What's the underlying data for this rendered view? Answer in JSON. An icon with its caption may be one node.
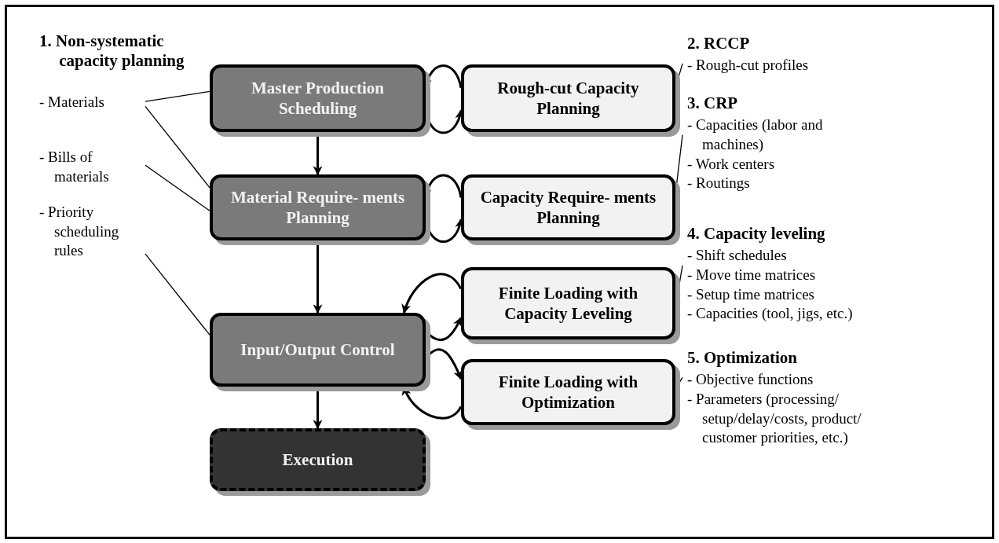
{
  "diagram": {
    "nodes": [
      {
        "text": [
          "- Materials"
        ]
      },
      {
        "text": [
          "Master Production Scheduling"
        ]
      },
      {
        "text": [
          "Rough-cut Capacity Planning"
        ]
      },
      {
        "text": [
          "2. RCCP",
          "- Rough-cut profiles"
        ]
      },
      {
        "text": [
          "3. CRP",
          "- Capacities (labor and machines)",
          "- Work centers",
          "- Routings"
        ]
      },
      {
        "text": [
          "- Bills of materials"
        ]
      },
      {
        "text": [
          "Material Require- ments Planning"
        ]
      },
      {
        "text": [
          "Capacity Require- ments Planning"
        ]
      },
      {
        "text": [
          "- Priority scheduling rules"
        ]
      },
      {
        "text": [
          "Finite Loading with Capacity Leveling"
        ]
      },
      {
        "text": [
          "4. Capacity leveling",
          "- Shift schedules",
          "- Move time matrices",
          "- Setup time matrices",
          "- Capacities (tool, jigs, etc.)"
        ]
      },
      {
        "text": [
          "Input/Output Control"
        ]
      },
      {
        "text": [
          "Finite Loading with Optimization"
        ]
      },
      {
        "text": [
          "5. Optimization",
          "- Objective functions",
          "- Parameters (processing/ setup/delay/costs, product/ customer priorities, etc.)"
        ]
      },
      {
        "text": [
          "Execution"
        ]
      }
    ],
    "edges": [
      {
        "from": 1,
        "to": 6,
        "arrow": "to"
      },
      {
        "from": 6,
        "to": 11,
        "arrow": "to"
      },
      {
        "from": 11,
        "to": 14,
        "arrow": "to"
      },
      {
        "from": 2,
        "to": 1,
        "arrow": "to"
      },
      {
        "from": 1,
        "to": 2,
        "arrow": "to"
      },
      {
        "from": 7,
        "to": 6,
        "arrow": "to"
      },
      {
        "from": 6,
        "to": 7,
        "arrow": "to"
      },
      {
        "from": 9,
        "to": 11,
        "arrow": "to"
      },
      {
        "from": 11,
        "to": 9,
        "arrow": "to"
      },
      {
        "from": 11,
        "to": 12,
        "arrow": "to"
      },
      {
        "from": 12,
        "to": 11,
        "arrow": "to"
      },
      {
        "from": 0,
        "to": 1,
        "arrow": "none"
      },
      {
        "from": 0,
        "to": 6,
        "arrow": "none"
      },
      {
        "from": 5,
        "to": 6,
        "arrow": "none"
      },
      {
        "from": 8,
        "to": 11,
        "arrow": "none"
      },
      {
        "from": 3,
        "to": 2,
        "arrow": "none"
      },
      {
        "from": 4,
        "to": 7,
        "arrow": "none"
      },
      {
        "from": 10,
        "to": 9,
        "arrow": "none"
      },
      {
        "from": 13,
        "to": 12,
        "arrow": "none"
      }
    ],
    "labels": [
      "1. Non-systematic capacity planning"
    ]
  }
}
